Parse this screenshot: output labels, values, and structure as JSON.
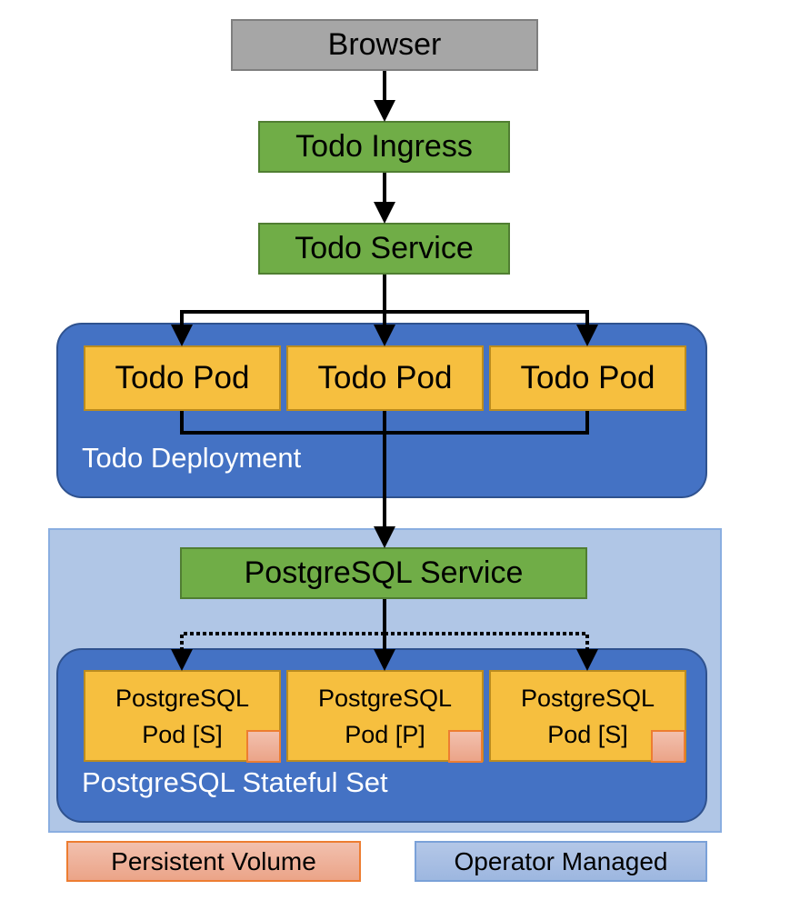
{
  "nodes": {
    "browser": "Browser",
    "todo_ingress": "Todo Ingress",
    "todo_service": "Todo Service",
    "todo_pods": [
      "Todo Pod",
      "Todo Pod",
      "Todo Pod"
    ],
    "todo_deployment": "Todo Deployment",
    "postgres_service": "PostgreSQL Service",
    "postgres_pods": [
      {
        "line1": "PostgreSQL",
        "line2": "Pod [S]",
        "role": "secondary"
      },
      {
        "line1": "PostgreSQL",
        "line2": "Pod [P]",
        "role": "primary"
      },
      {
        "line1": "PostgreSQL",
        "line2": "Pod [S]",
        "role": "secondary"
      }
    ],
    "postgres_statefulset": "PostgreSQL Stateful Set"
  },
  "legend": {
    "persistent_volume": "Persistent Volume",
    "operator_managed": "Operator Managed"
  },
  "colors": {
    "browser": "#a6a6a6",
    "service": "#70ad47",
    "pod": "#f6bf3f",
    "cluster": "#4472c4",
    "operator_managed": "#b4c7e7",
    "persistent_volume": "#f2b79c"
  },
  "edges": [
    {
      "from": "Browser",
      "to": "Todo Ingress",
      "style": "solid"
    },
    {
      "from": "Todo Ingress",
      "to": "Todo Service",
      "style": "solid"
    },
    {
      "from": "Todo Service",
      "to": "Todo Pod 1",
      "style": "solid"
    },
    {
      "from": "Todo Service",
      "to": "Todo Pod 2",
      "style": "solid"
    },
    {
      "from": "Todo Service",
      "to": "Todo Pod 3",
      "style": "solid"
    },
    {
      "from": "Todo Pods",
      "to": "PostgreSQL Service",
      "style": "solid"
    },
    {
      "from": "PostgreSQL Service",
      "to": "PostgreSQL Pod [S] 1",
      "style": "dotted"
    },
    {
      "from": "PostgreSQL Service",
      "to": "PostgreSQL Pod [P]",
      "style": "solid"
    },
    {
      "from": "PostgreSQL Service",
      "to": "PostgreSQL Pod [S] 2",
      "style": "dotted"
    }
  ]
}
